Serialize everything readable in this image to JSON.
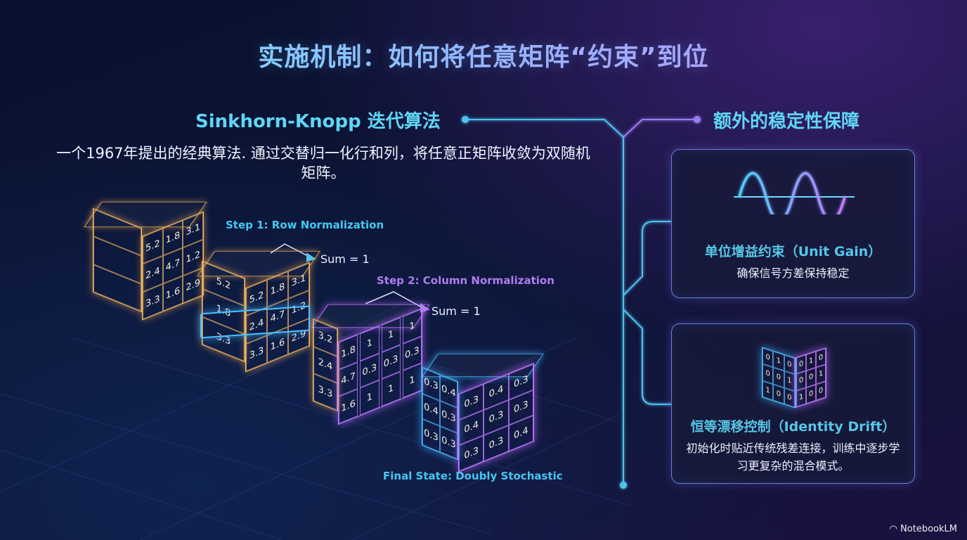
{
  "title": "实施机制：如何将任意矩阵“约束”到位",
  "left": {
    "heading": "Sinkhorn-Knopp 迭代算法",
    "description": "一个1967年提出的经典算法. 通过交替归一化行和列，将任意正矩阵收敛为双随机矩阵。",
    "step1_label": "Step 1: Row Normalization",
    "step1_sum": "Sum = 1",
    "step2_label": "Step 2: Column Normalization",
    "step2_sum": "Sum = 1",
    "final_label": "Final State: Doubly Stochastic",
    "matrices": {
      "initial": {
        "front": [
          "5.2",
          "1.8",
          "3.1",
          "2.4",
          "4.7",
          "1.2",
          "3.3",
          "1.6",
          "2.9"
        ]
      },
      "row_normalized": {
        "side": [
          "5.2",
          "1.8",
          "3.3"
        ],
        "front": [
          "5.2",
          "1.8",
          "3.1",
          "2.4",
          "4.7",
          "1.2",
          "3.3",
          "1.6",
          "2.9"
        ]
      },
      "column_normalized": {
        "side": [
          "3.2",
          "2.4",
          "3.3"
        ],
        "front": [
          "1.8",
          "1",
          "1",
          "1",
          "4.7",
          "0.3",
          "0.3",
          "0.3",
          "1.6",
          "1",
          "1",
          "1"
        ]
      },
      "final": {
        "side": [
          "0.3",
          "0.4",
          "0.4",
          "0.3",
          "0.3",
          "0.3"
        ],
        "front": [
          "0.3",
          "0.4",
          "0.3",
          "0.4",
          "0.3",
          "0.3",
          "0.3",
          "0.3",
          "0.4"
        ]
      }
    }
  },
  "right": {
    "heading": "额外的稳定性保障",
    "cards": [
      {
        "title": "单位增益约束（Unit Gain）",
        "text": "确保信号方差保持稳定",
        "icon": "sine-wave-icon"
      },
      {
        "title": "恒等漂移控制（Identity Drift）",
        "text": "初始化时贴近传统残差连接，训练中逐步学习更复杂的混合模式。",
        "icon": "identity-cube-icon"
      }
    ]
  },
  "identity_cube": [
    "0",
    "1",
    "0",
    "0",
    "0",
    "1",
    "1",
    "0",
    "0"
  ],
  "watermark": "NotebookLM",
  "colors": {
    "cyan": "#45c8f0",
    "purple": "#b17cf0",
    "orange": "#f0b560",
    "background": "#0c1434"
  }
}
